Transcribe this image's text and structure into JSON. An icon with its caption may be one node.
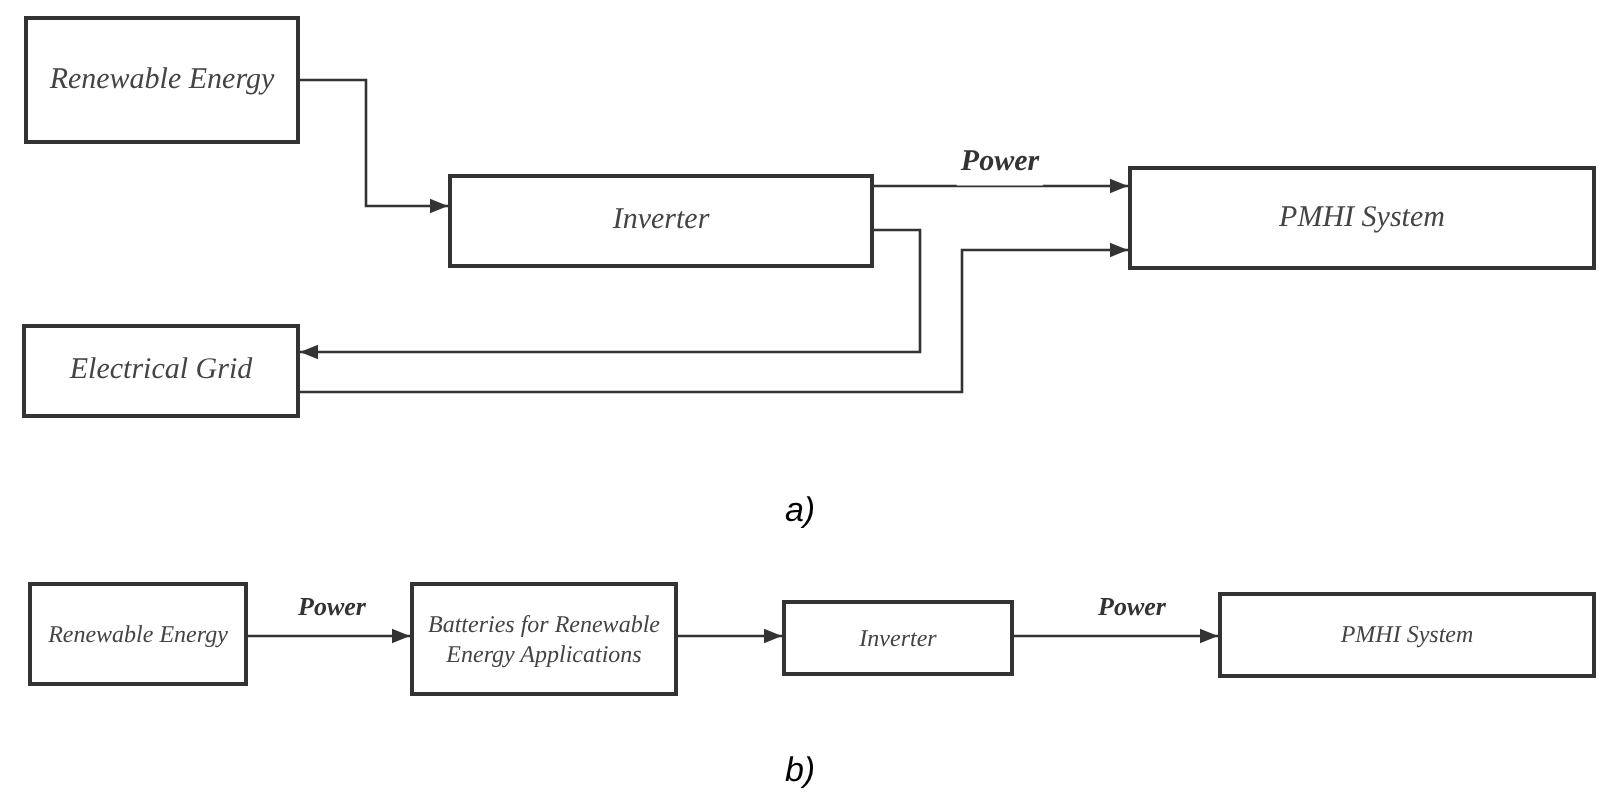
{
  "diagram": {
    "nodes": [
      {
        "text": [
          "Renewable Energy"
        ]
      },
      {
        "text": [
          "Inverter"
        ]
      },
      {
        "text": [
          "PMHI System"
        ]
      },
      {
        "text": [
          "Electrical Grid"
        ]
      },
      {
        "text": [
          "Renewable Energy"
        ]
      },
      {
        "text": [
          "Batteries for Renewable Energy Applications"
        ]
      },
      {
        "text": [
          "Inverter"
        ]
      },
      {
        "text": [
          "PMHI System"
        ]
      }
    ],
    "edges": [
      {
        "from": 0,
        "to": 1,
        "arrow": "to"
      },
      {
        "from": 1,
        "to": 2,
        "arrow": "to",
        "label": "Power"
      },
      {
        "from": 1,
        "to": 3,
        "arrow": "to"
      },
      {
        "from": 3,
        "to": 2,
        "arrow": "to"
      },
      {
        "from": 4,
        "to": 5,
        "arrow": "to",
        "label": "Power"
      },
      {
        "from": 5,
        "to": 6,
        "arrow": "to"
      },
      {
        "from": 6,
        "to": 7,
        "arrow": "to",
        "label": "Power"
      }
    ],
    "labels": [
      "a)",
      "b)"
    ]
  }
}
